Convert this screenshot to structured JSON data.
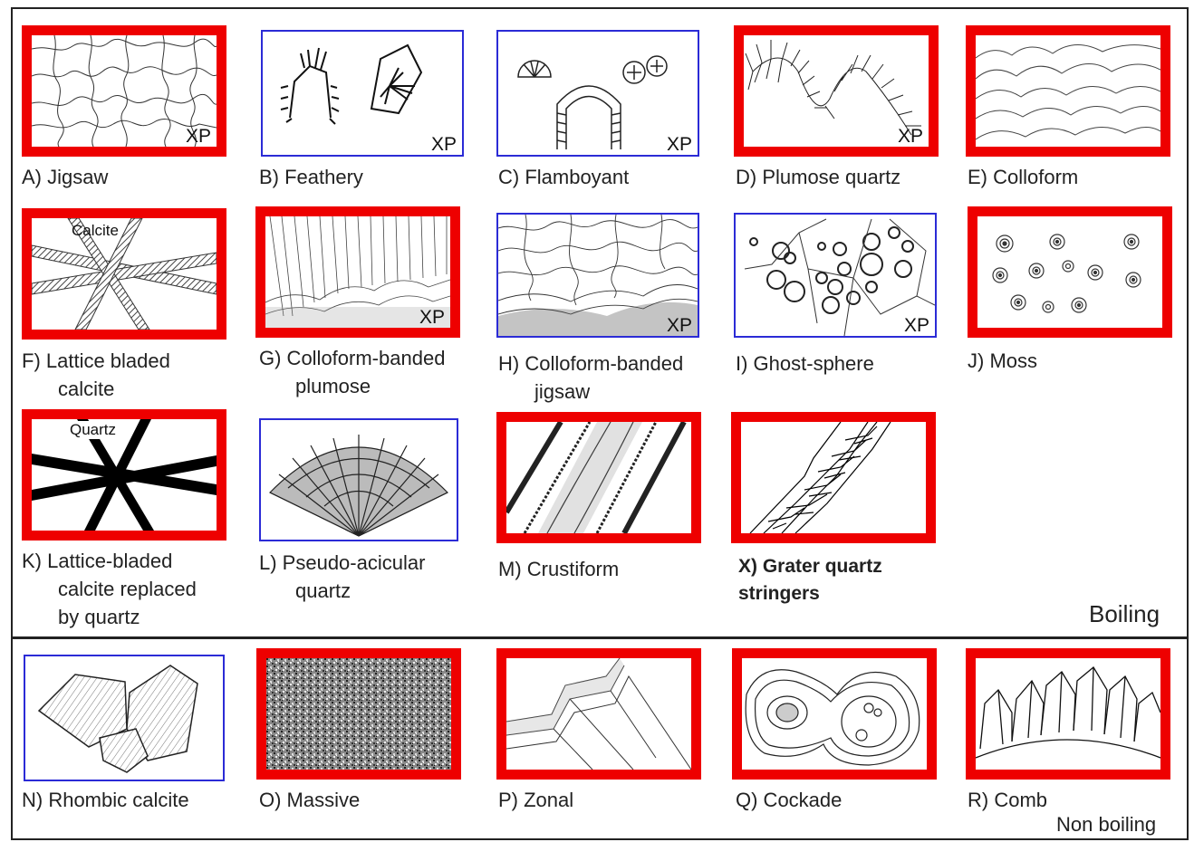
{
  "panels": {
    "A": {
      "caption": "A) Jigsaw",
      "xp": "XP"
    },
    "B": {
      "caption": "B) Feathery",
      "xp": "XP"
    },
    "C": {
      "caption": "C) Flamboyant",
      "xp": "XP"
    },
    "D": {
      "caption": "D) Plumose quartz",
      "xp": "XP"
    },
    "E": {
      "caption": "E) Colloform"
    },
    "F": {
      "caption_lines": [
        "F) Lattice bladed",
        "calcite"
      ],
      "annotation": "Calcite"
    },
    "G": {
      "caption_lines": [
        "G) Colloform-banded",
        "plumose"
      ],
      "xp": "XP"
    },
    "H": {
      "caption_lines": [
        "H) Colloform-banded",
        "jigsaw"
      ],
      "xp": "XP"
    },
    "I": {
      "caption": "I) Ghost-sphere",
      "xp": "XP"
    },
    "J": {
      "caption": "J) Moss"
    },
    "K": {
      "caption_lines": [
        "K) Lattice-bladed",
        "calcite replaced",
        "by quartz"
      ],
      "annotation": "Quartz"
    },
    "L": {
      "caption_lines": [
        "L) Pseudo-acicular",
        "quartz"
      ]
    },
    "M": {
      "caption": "M) Crustiform"
    },
    "X": {
      "caption_lines": [
        "X) Grater quartz",
        "stringers"
      ]
    },
    "N": {
      "caption": "N) Rhombic calcite"
    },
    "O": {
      "caption": "O) Massive"
    },
    "P": {
      "caption": "P) Zonal"
    },
    "Q": {
      "caption": "Q) Cockade"
    },
    "R": {
      "caption": "R) Comb"
    }
  },
  "sections": {
    "boiling": "Boiling",
    "non_boiling": "Non boiling"
  },
  "colors": {
    "highlight_border": "#ee0000",
    "panel_border": "#2b2bd6",
    "frame": "#222222"
  }
}
